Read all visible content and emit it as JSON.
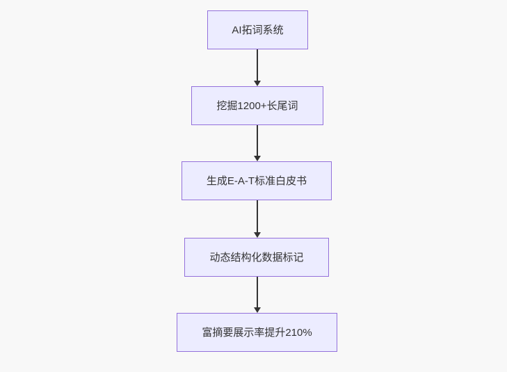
{
  "diagram": {
    "type": "flowchart-top-down",
    "nodes": [
      {
        "id": "n1",
        "label": "AI拓词系统"
      },
      {
        "id": "n2",
        "label": "挖掘1200+长尾词"
      },
      {
        "id": "n3",
        "label": "生成E-A-T标准白皮书"
      },
      {
        "id": "n4",
        "label": "动态结构化数据标记"
      },
      {
        "id": "n5",
        "label": "富摘要展示率提升210%"
      }
    ],
    "edges": [
      {
        "from": "n1",
        "to": "n2"
      },
      {
        "from": "n2",
        "to": "n3"
      },
      {
        "from": "n3",
        "to": "n4"
      },
      {
        "from": "n4",
        "to": "n5"
      }
    ],
    "colors": {
      "node_fill": "#ececff",
      "node_border": "#9370db",
      "arrow": "#333333",
      "text": "#333333",
      "background": "#f8f8f8"
    }
  }
}
